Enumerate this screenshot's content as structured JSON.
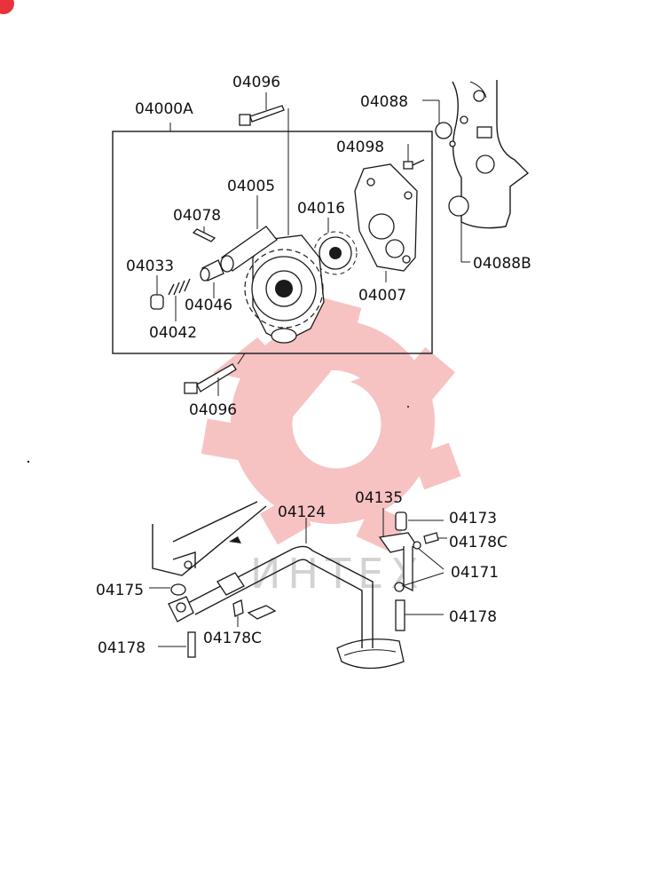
{
  "labels": {
    "l04096_top": "04096",
    "l04000A": "04000A",
    "l04088": "04088",
    "l04098": "04098",
    "l04005": "04005",
    "l04078": "04078",
    "l04016": "04016",
    "l04033": "04033",
    "l04046": "04046",
    "l04007": "04007",
    "l04088B": "04088B",
    "l04042": "04042",
    "l04096_bot": "04096",
    "l04135": "04135",
    "l04124": "04124",
    "l04173": "04173",
    "l04178C_r": "04178C",
    "l04175": "04175",
    "l04171": "04171",
    "l04178_r": "04178",
    "l04178_l": "04178",
    "l04178C_l": "04178C"
  },
  "watermark": {
    "text": "ИНТЕХ"
  },
  "colors": {
    "watermark_red": "#f4b4b4",
    "badge": "#e8323c"
  },
  "icons": {
    "watermark_logo": "gear-wrench-logo"
  }
}
